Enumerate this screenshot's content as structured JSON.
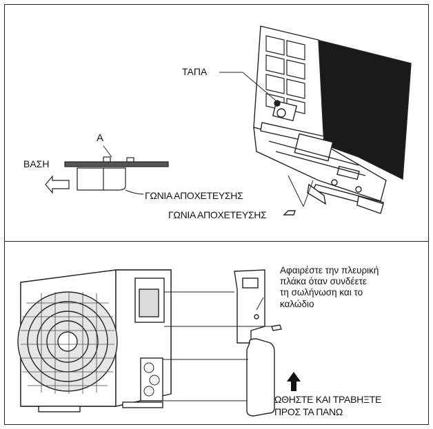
{
  "top_panel": {
    "label_tapa": "ΤΑΠΑ",
    "label_a": "A",
    "label_vasi": "ΒΑΣΗ",
    "label_gonia_1": "ΓΩΝΙΑ ΑΠΟΧΕΤΕΥΣΗΣ",
    "label_gonia_2": "ΓΩΝΙΑ ΑΠΟΧΕΤΕΥΣΗΣ"
  },
  "bottom_panel": {
    "note": "Αφαιρέστε την πλευρική\nπλάκα όταν συνδέετε\nτη σωλήνωση και το\nκαλώδιο",
    "push_pull": "ΩΘΗΣΤΕ ΚΑΙ ΤΡΑΒΗΞΤΕ\nΠΡΟΣ ΤΑ ΠΑΝΩ"
  }
}
